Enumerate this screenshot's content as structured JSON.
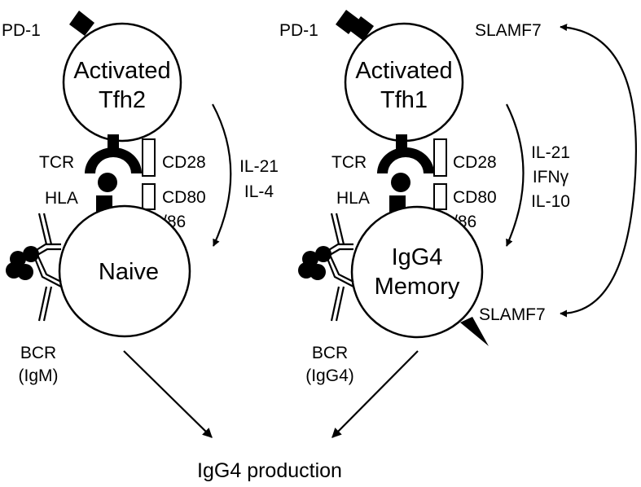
{
  "left": {
    "pd1": "PD-1",
    "tfh_line1": "Activated",
    "tfh_line2": "Tfh2",
    "tcr": "TCR",
    "hla": "HLA",
    "cd28": "CD28",
    "cd80_line1": "CD80",
    "cd80_line2": "/86",
    "cytokines": [
      "IL-21",
      "IL-4"
    ],
    "b_cell": "Naive",
    "bcr_line1": "BCR",
    "bcr_line2": "(IgM)"
  },
  "right": {
    "pd1": "PD-1",
    "tfh_line1": "Activated",
    "tfh_line2": "Tfh1",
    "tcr": "TCR",
    "hla": "HLA",
    "cd28": "CD28",
    "cd80_line1": "CD80",
    "cd80_line2": "/86",
    "cytokines": [
      "IL-21",
      "IFNγ",
      "IL-10"
    ],
    "b_cell_line1": "IgG4",
    "b_cell_line2": "Memory",
    "bcr_line1": "BCR",
    "bcr_line2": "(IgG4)",
    "slamf7_top": "SLAMF7",
    "slamf7_bottom": "SLAMF7"
  },
  "output": "IgG4 production"
}
